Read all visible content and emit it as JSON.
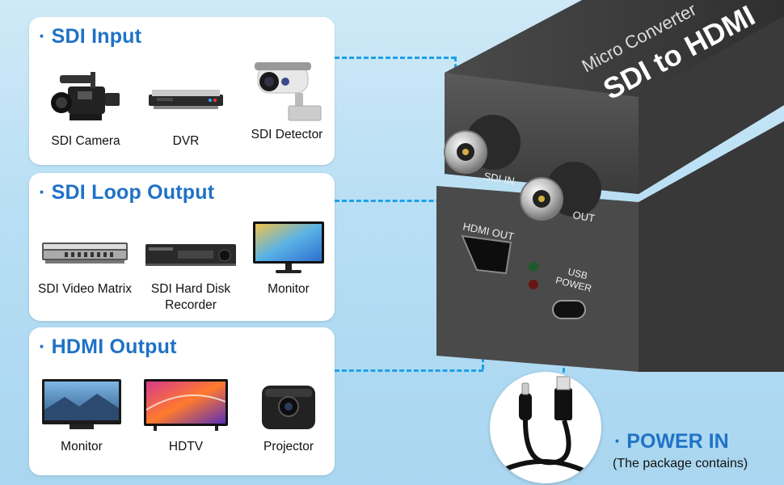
{
  "sections": {
    "input": {
      "title": "· SDI Input",
      "items": [
        "SDI Camera",
        "DVR",
        "SDI Detector"
      ]
    },
    "loop": {
      "title": "· SDI Loop Output",
      "items": [
        "SDI Video Matrix",
        "SDI Hard Disk\nRecorder",
        "Monitor"
      ]
    },
    "hdmi": {
      "title": "· HDMI Output",
      "items": [
        "Monitor",
        "HDTV",
        "Projector"
      ]
    }
  },
  "device": {
    "line1": "Micro Converter",
    "line2": "SDI to HDMI",
    "sdi_in": "SDI IN",
    "sdi_out": "OUT",
    "hdmi_out": "HDMI OUT",
    "usb_power": "USB\nPOWER"
  },
  "power": {
    "title": "· POWER IN",
    "subtitle": "(The package contains)"
  },
  "colors": {
    "accent": "#1f72c6",
    "dash": "#1da1e8"
  }
}
